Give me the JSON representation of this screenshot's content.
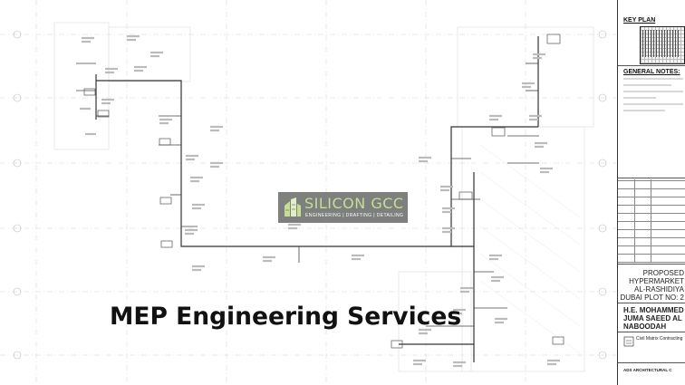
{
  "title_block": {
    "key_plan_heading": "KEY PLAN",
    "general_notes_heading": "GENERAL NOTES:",
    "project_lines": [
      "PROPOSED",
      "HYPERMARKET",
      "AL-RASHIDIYA",
      "DUBAI PLOT NO: 2"
    ],
    "client_lines": [
      "H.E. MOHAMMED",
      "JUMA SAEED AL",
      "NABOODAH"
    ],
    "contractor_name": "Civil Matrix Contracting",
    "consultant_name": "ADS ARCHITECTURAL C"
  },
  "logo": {
    "title": "SILICON GCC",
    "tagline": "ENGINEERING | DRAFTING | DETAILING",
    "background_color": "#7d807c",
    "accent_color": "#c8dc98"
  },
  "headline": "MEP Engineering Services",
  "icons": [
    "building-icon"
  ]
}
